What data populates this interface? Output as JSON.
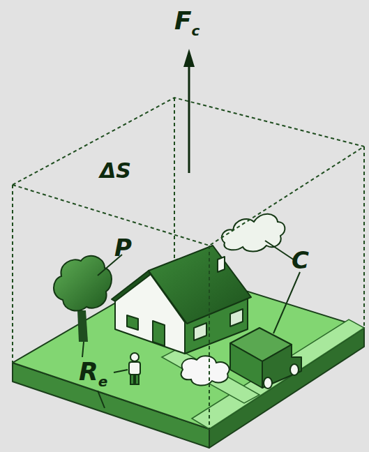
{
  "diagram": {
    "labels": [
      "Fc",
      "ΔS",
      "P",
      "C",
      "Re"
    ]
  }
}
